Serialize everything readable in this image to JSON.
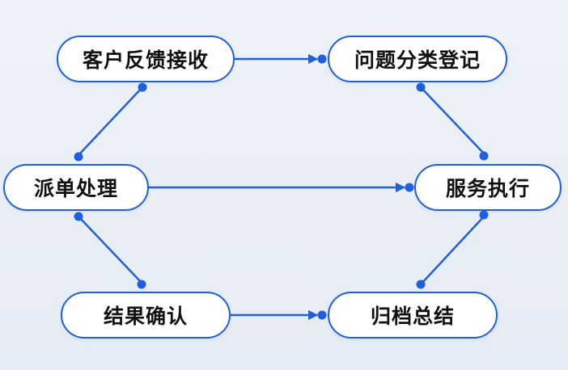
{
  "colors": {
    "accent": "#1f5fe0",
    "node_fill": "#ffffff",
    "text": "#111111"
  },
  "nodes": {
    "receive": "客户反馈接收",
    "classify": "问题分类登记",
    "dispatch": "派单处理",
    "execute": "服务执行",
    "confirm": "结果确认",
    "archive": "归档总结"
  },
  "edges": [
    {
      "from": "receive",
      "to": "classify"
    },
    {
      "from": "classify",
      "to": "execute"
    },
    {
      "from": "receive",
      "to": "dispatch"
    },
    {
      "from": "dispatch",
      "to": "execute"
    },
    {
      "from": "dispatch",
      "to": "confirm"
    },
    {
      "from": "confirm",
      "to": "archive"
    },
    {
      "from": "archive",
      "to": "execute"
    }
  ]
}
